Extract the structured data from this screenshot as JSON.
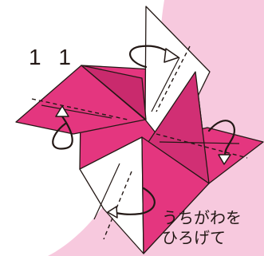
{
  "step": {
    "number": "1 1"
  },
  "instruction": {
    "line1": "うちがわを",
    "line2": "ひろげて"
  },
  "colors": {
    "background_pink": "#f7c9de",
    "paper_pink": "#e4367f",
    "paper_white": "#ffffff",
    "line": "#231815"
  }
}
